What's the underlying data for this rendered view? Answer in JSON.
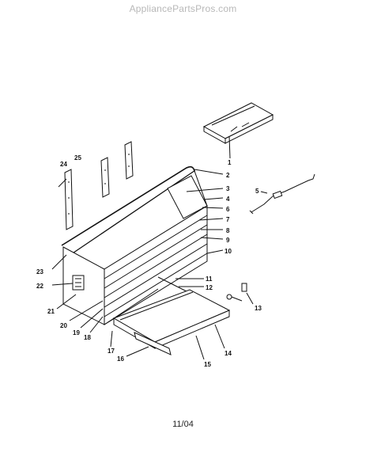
{
  "watermark": "AppliancePartsPros.com",
  "footer": {
    "date_code": "11/04"
  },
  "part_labels": [
    "1",
    "2",
    "3",
    "4",
    "5",
    "6",
    "7",
    "8",
    "9",
    "10",
    "11",
    "12",
    "13",
    "14",
    "15",
    "16",
    "17",
    "18",
    "19",
    "20",
    "21",
    "22",
    "23",
    "24",
    "25"
  ]
}
